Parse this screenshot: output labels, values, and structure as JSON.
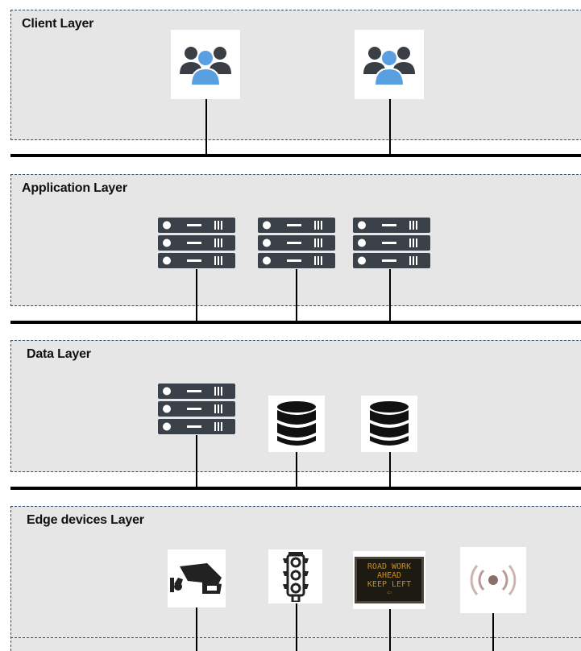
{
  "layers": {
    "client": {
      "title": "Client Layer"
    },
    "application": {
      "title": "Application  Layer"
    },
    "data": {
      "title": "Data Layer"
    },
    "edge": {
      "title": "Edge devices Layer"
    }
  },
  "edge_devices": {
    "sign_lines": [
      "ROAD WORK",
      "AHEAD",
      "KEEP LEFT"
    ]
  },
  "icons": {
    "client_1": "users-icon",
    "client_2": "users-icon",
    "app_servers": [
      "server-rack-icon",
      "server-rack-icon",
      "server-rack-icon"
    ],
    "data_nodes": [
      "server-rack-icon",
      "database-icon",
      "database-icon"
    ],
    "edge_nodes": [
      "cctv-camera-icon",
      "traffic-light-icon",
      "message-sign-icon",
      "wireless-sensor-icon"
    ]
  },
  "colors": {
    "layer_bg": "#e6e6e6",
    "layer_border": "#2f4a6e",
    "server_fill": "#3b4148",
    "user_accent": "#5aa0e0",
    "user_dark": "#3a3f46"
  }
}
